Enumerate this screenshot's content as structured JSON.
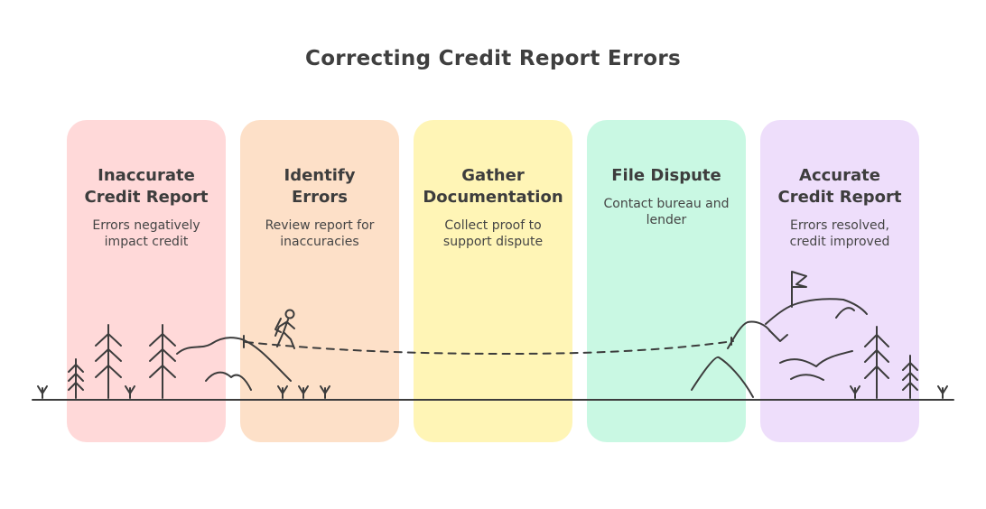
{
  "title": "Correcting Credit Report Errors",
  "steps": [
    {
      "title": "Inaccurate\nCredit Report",
      "description": "Errors negatively\nimpact credit",
      "color": "#ffd9d9"
    },
    {
      "title": "Identify\nErrors",
      "description": "Review report for\ninaccuracies",
      "color": "#fde0c8"
    },
    {
      "title": "Gather\nDocumentation",
      "description": "Collect proof to\nsupport dispute",
      "color": "#fff5b6"
    },
    {
      "title": "File Dispute",
      "description": "Contact bureau and\nlender",
      "color": "#c9f8e3"
    },
    {
      "title": "Accurate\nCredit Report",
      "description": "Errors resolved,\ncredit improved",
      "color": "#eedefb"
    }
  ],
  "icons": [
    "hiker-icon",
    "flag-icon",
    "tree-icon",
    "hill-icon",
    "mountain-icon",
    "grass-icon"
  ]
}
